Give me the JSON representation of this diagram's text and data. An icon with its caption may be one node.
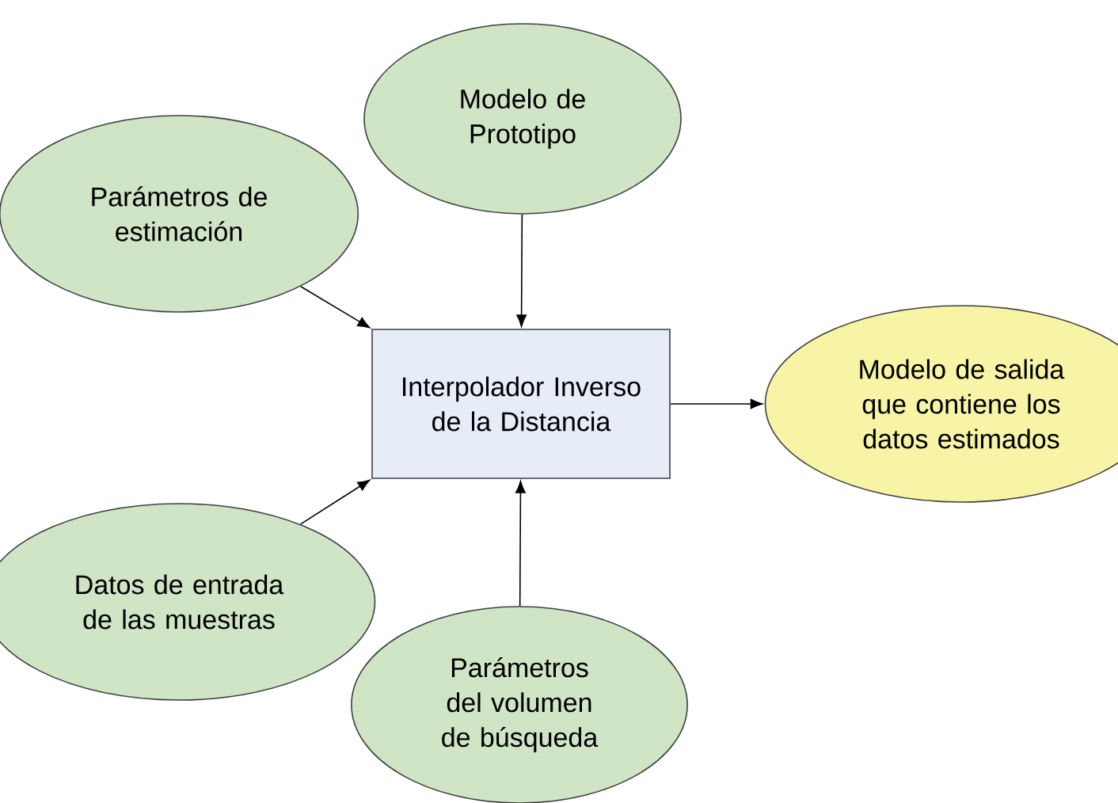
{
  "diagram": {
    "nodes": [
      {
        "text": [
          "Modelo de Prototipo"
        ]
      },
      {
        "text": [
          "Parámetros de estimación"
        ]
      },
      {
        "text": [
          "Interpolador Inverso de la Distancia"
        ]
      },
      {
        "text": [
          "Modelo de salida que contiene los datos estimados"
        ]
      },
      {
        "text": [
          "Datos de entrada de las muestras"
        ]
      },
      {
        "text": [
          "Parámetros del volumen de búsqueda"
        ]
      }
    ],
    "edges": [
      {
        "from": 0,
        "to": 2,
        "arrow": "to"
      },
      {
        "from": 1,
        "to": 2,
        "arrow": "to"
      },
      {
        "from": 2,
        "to": 3,
        "arrow": "to"
      },
      {
        "from": 4,
        "to": 2,
        "arrow": "to"
      },
      {
        "from": 5,
        "to": 2,
        "arrow": "to"
      }
    ]
  }
}
